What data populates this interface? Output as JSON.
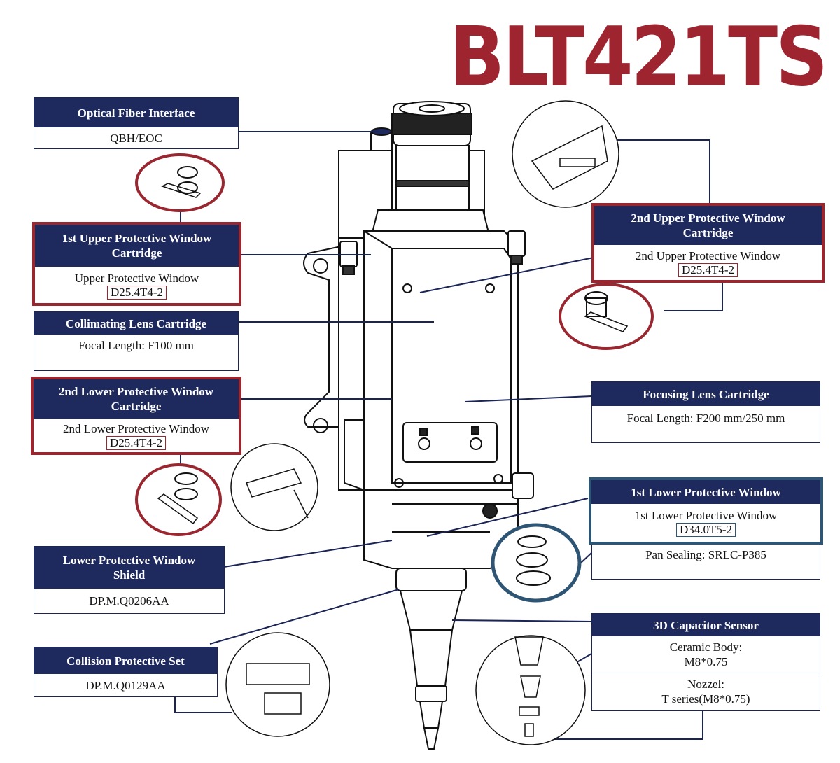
{
  "title": "BLT421TS",
  "colors": {
    "brand_red": "#9e2430",
    "navy": "#1e2a5e",
    "callout_blue": "#2e5574"
  },
  "callouts": {
    "fiber": {
      "header": "Optical Fiber Interface",
      "value": "QBH/EOC"
    },
    "upper1": {
      "header_l1": "1st Upper Protective Window",
      "header_l2": "Cartridge",
      "desc": "Upper Protective Window",
      "code": "D25.4T4-2"
    },
    "collimating": {
      "header": "Collimating Lens Cartridge",
      "value": "Focal Length: F100 mm"
    },
    "lower2": {
      "header_l1": "2nd Lower Protective Window",
      "header_l2": "Cartridge",
      "desc": "2nd Lower Protective Window",
      "code": "D25.4T4-2"
    },
    "shield": {
      "header_l1": "Lower Protective Window",
      "header_l2": "Shield",
      "value": "DP.M.Q0206AA"
    },
    "collision": {
      "header": "Collision Protective Set",
      "value": "DP.M.Q0129AA"
    },
    "upper2": {
      "header_l1": "2nd Upper Protective Window",
      "header_l2": "Cartridge",
      "desc": "2nd Upper Protective Window",
      "code": "D25.4T4-2"
    },
    "focusing": {
      "header": "Focusing Lens Cartridge",
      "value": "Focal Length: F200 mm/250 mm"
    },
    "lower1": {
      "header": "1st Lower Protective Window",
      "desc": "1st Lower Protective Window",
      "code": "D34.0T5-2",
      "extra": "Pan Sealing: SRLC-P385"
    },
    "sensor": {
      "header": "3D Capacitor Sensor",
      "ceramic_l1": "Ceramic Body:",
      "ceramic_l2": "M8*0.75",
      "nozzle_l1": "Nozzel:",
      "nozzle_l2": "T series(M8*0.75)"
    }
  }
}
